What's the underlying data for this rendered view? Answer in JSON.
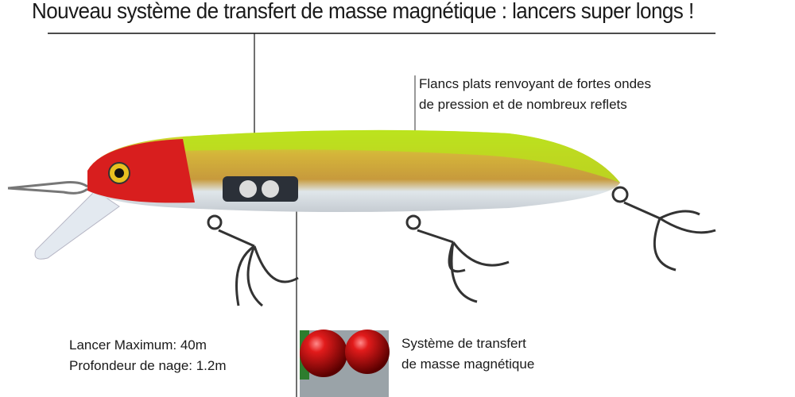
{
  "title": "Nouveau système de transfert de masse magnétique : lancers super longs !",
  "annotations": {
    "flanks": [
      "Flancs plats renvoyant de fortes ondes",
      "de pression et de nombreux reflets"
    ],
    "specs": [
      "Lancer Maximum: 40m",
      "Profondeur de nage: 1.2m"
    ],
    "magnet": [
      "Système de transfert",
      "de masse magnétique"
    ]
  },
  "colors": {
    "head": "#d81e1e",
    "back": "#b8e21a",
    "belly": "#e8eef2",
    "flank": "#c9a23a"
  }
}
